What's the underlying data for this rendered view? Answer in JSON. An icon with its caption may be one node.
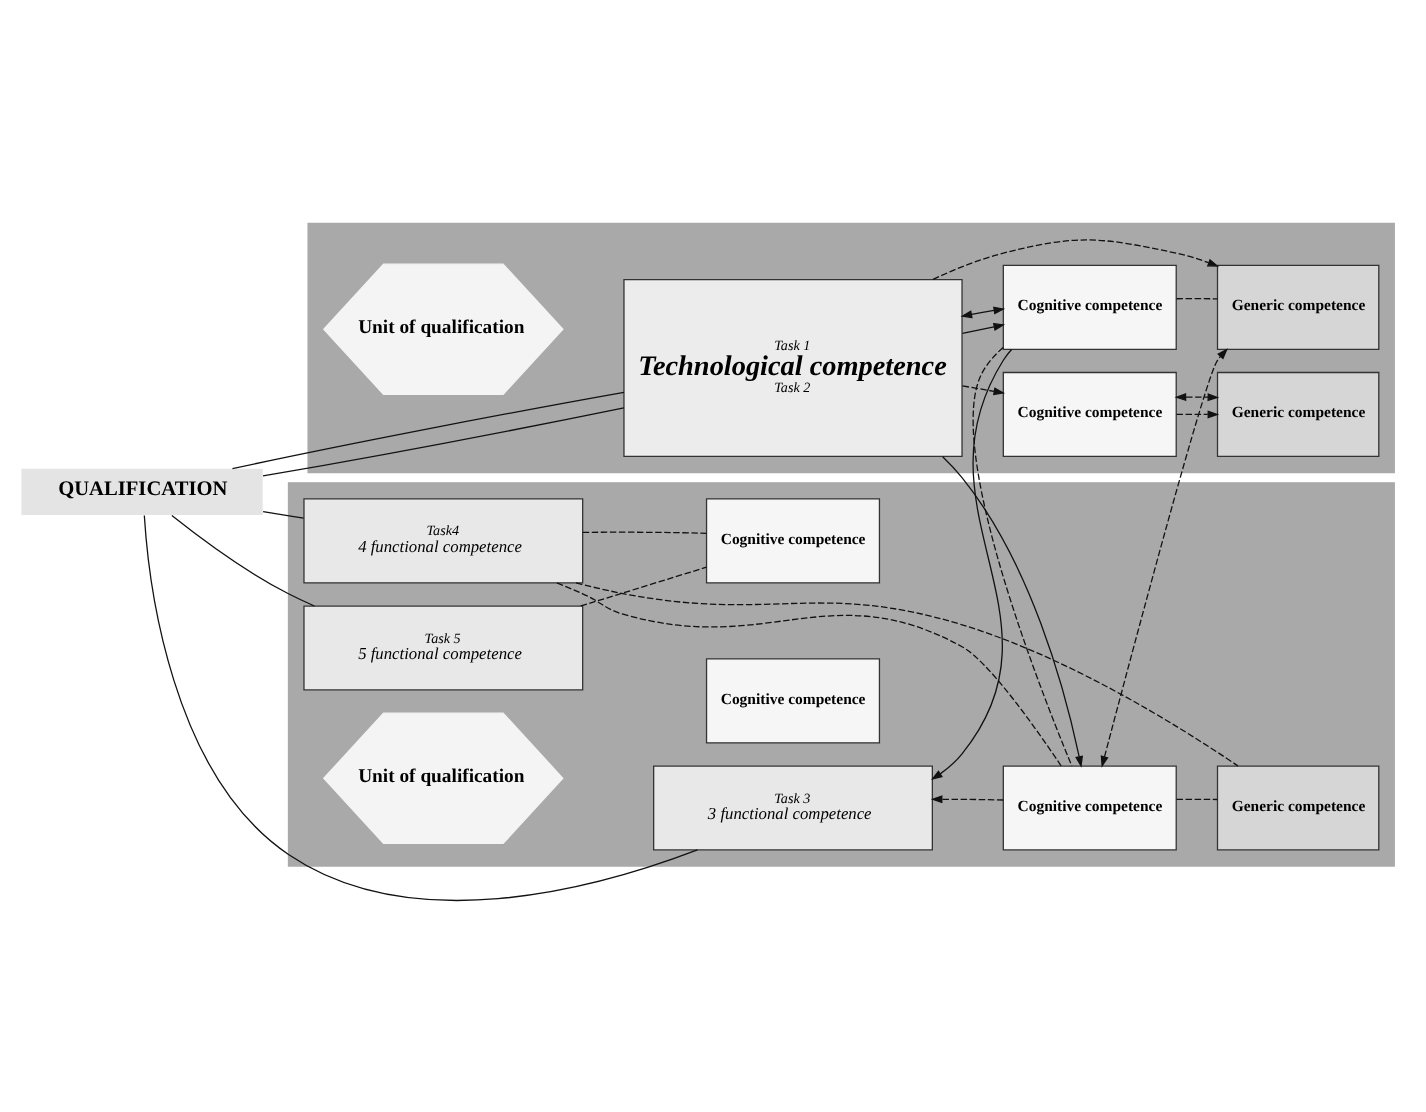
{
  "diagram": {
    "nodes": [
      {
        "text": [
          "QUALIFICATION"
        ]
      },
      {
        "text": [],
        "shape": "box"
      },
      {
        "text": [
          "Unit of qualification"
        ],
        "in": 1
      },
      {
        "text": [
          "Task 1",
          "Technological competence",
          "Task 2"
        ],
        "in": 1
      },
      {
        "text": [
          "Cognitive competence"
        ],
        "in": 1
      },
      {
        "text": [
          "Generic competence"
        ],
        "in": 1
      },
      {
        "text": [
          "Cognitive competence"
        ],
        "in": 1
      },
      {
        "text": [
          "Generic competence"
        ],
        "in": 1
      },
      {
        "text": [],
        "shape": "box"
      },
      {
        "text": [
          "Unit of qualification"
        ],
        "in": 8
      },
      {
        "text": [
          "Task 3",
          "3 functional competence"
        ],
        "in": 8
      },
      {
        "text": [
          "Cognitive competence"
        ],
        "in": 8
      },
      {
        "text": [
          "Generic competence"
        ],
        "in": 8
      },
      {
        "text": [
          "Task4",
          "4 functional competence"
        ],
        "in": 8
      },
      {
        "text": [
          "Cognitive competence"
        ],
        "in": 8
      },
      {
        "text": [
          "Task 5",
          "5 functional competence"
        ],
        "in": 8
      },
      {
        "text": [
          "Cognitive competence"
        ],
        "in": 8
      }
    ],
    "edges": [
      {
        "from": 0,
        "to": 3,
        "arrow": "none"
      },
      {
        "from": 0,
        "to": 3,
        "arrow": "none"
      },
      {
        "from": 0,
        "to": 10,
        "arrow": "none"
      },
      {
        "from": 0,
        "to": 13,
        "arrow": "none"
      },
      {
        "from": 0,
        "to": 15,
        "arrow": "none"
      },
      {
        "from": 3,
        "to": 4,
        "arrow": "to",
        "style": "dashed"
      },
      {
        "from": 3,
        "to": 7,
        "arrow": "to",
        "style": "dashed"
      },
      {
        "from": 3,
        "to": 6,
        "arrow": "to"
      },
      {
        "from": 3,
        "to": 6,
        "arrow": "both"
      },
      {
        "from": 3,
        "to": 11,
        "arrow": "to"
      },
      {
        "from": 6,
        "to": 10,
        "arrow": "to"
      },
      {
        "from": 4,
        "to": 5,
        "arrow": "to",
        "style": "dashed"
      },
      {
        "from": 4,
        "to": 5,
        "arrow": "both",
        "style": "dashed"
      },
      {
        "from": 6,
        "to": 7,
        "arrow": "none",
        "style": "dashed"
      },
      {
        "from": 11,
        "to": 7,
        "arrow": "both",
        "style": "dashed"
      },
      {
        "from": 6,
        "to": 11,
        "arrow": "none",
        "style": "dashed"
      },
      {
        "from": 11,
        "to": 10,
        "arrow": "to",
        "style": "dashed"
      },
      {
        "from": 11,
        "to": 12,
        "arrow": "none",
        "style": "dashed"
      },
      {
        "from": 13,
        "to": 12,
        "arrow": "none",
        "style": "dashed"
      },
      {
        "from": 13,
        "to": 11,
        "arrow": "none",
        "style": "dashed"
      },
      {
        "from": 13,
        "to": 14,
        "arrow": "none",
        "style": "dashed"
      },
      {
        "from": 15,
        "to": 14,
        "arrow": "none",
        "style": "dashed"
      }
    ]
  }
}
